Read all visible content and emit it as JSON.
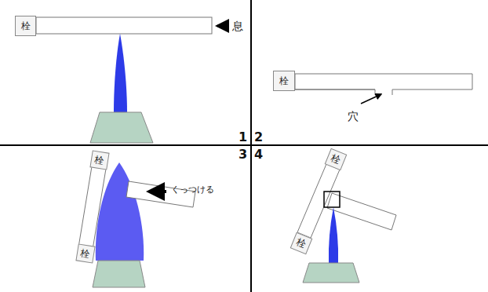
{
  "diagram": {
    "nodes": [
      {
        "text": [
          "栓"
        ]
      },
      {
        "text": [
          "栓"
        ]
      },
      {
        "text": [
          "栓"
        ]
      },
      {
        "text": [
          "栓"
        ]
      },
      {
        "text": [
          "栓"
        ]
      },
      {
        "text": [
          "栓"
        ]
      }
    ],
    "labels": [
      "息",
      "穴",
      "くっつける",
      "1",
      "2",
      "3",
      "4"
    ]
  }
}
